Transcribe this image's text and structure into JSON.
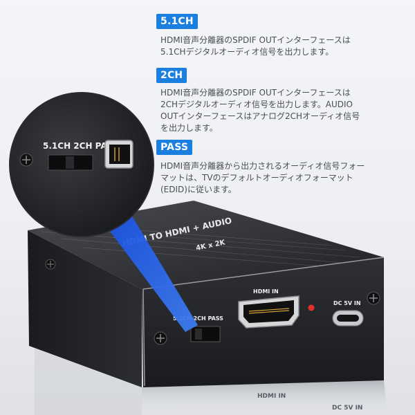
{
  "features": [
    {
      "badge": "5.1CH",
      "description": "HDMI音声分離器のSPDIF OUTインターフェースは\n5.1CHデジタルオーディオ信号を出力します。"
    },
    {
      "badge": "2CH",
      "description": "HDMI音声分離器のSPDIF OUTインターフェースは\n2CHデジタルオーディオ信号を出力します。AUDIO\nOUTインターフェースはアナログ2CHオーディオ信号\nを出力します。"
    },
    {
      "badge": "PASS",
      "description": "HDMI音声分離器から出力されるオーディオ信号フォー\nマットは、TVのデフォルトオーディオフォーマット\n(EDID)に従います。"
    }
  ],
  "device": {
    "top_label_line1": "HDMI TO HDMI + AUDIO",
    "top_label_line2": "4K x 2K",
    "switch_label": "5.1CH 2CH PASS",
    "hdmi_port_label": "HDMI IN",
    "power_port_label": "DC 5V IN",
    "reflection_hdmi_label": "HDMI IN",
    "reflection_power_label": "DC 5V IN"
  },
  "magnifier": {
    "switch_label": "5.1CH 2CH PASS"
  },
  "colors": {
    "badge_blue": "#1b7fe0",
    "device_body": "#2b2d31",
    "led_red": "#e0302b",
    "beam_blue": "#1a4ad8"
  }
}
